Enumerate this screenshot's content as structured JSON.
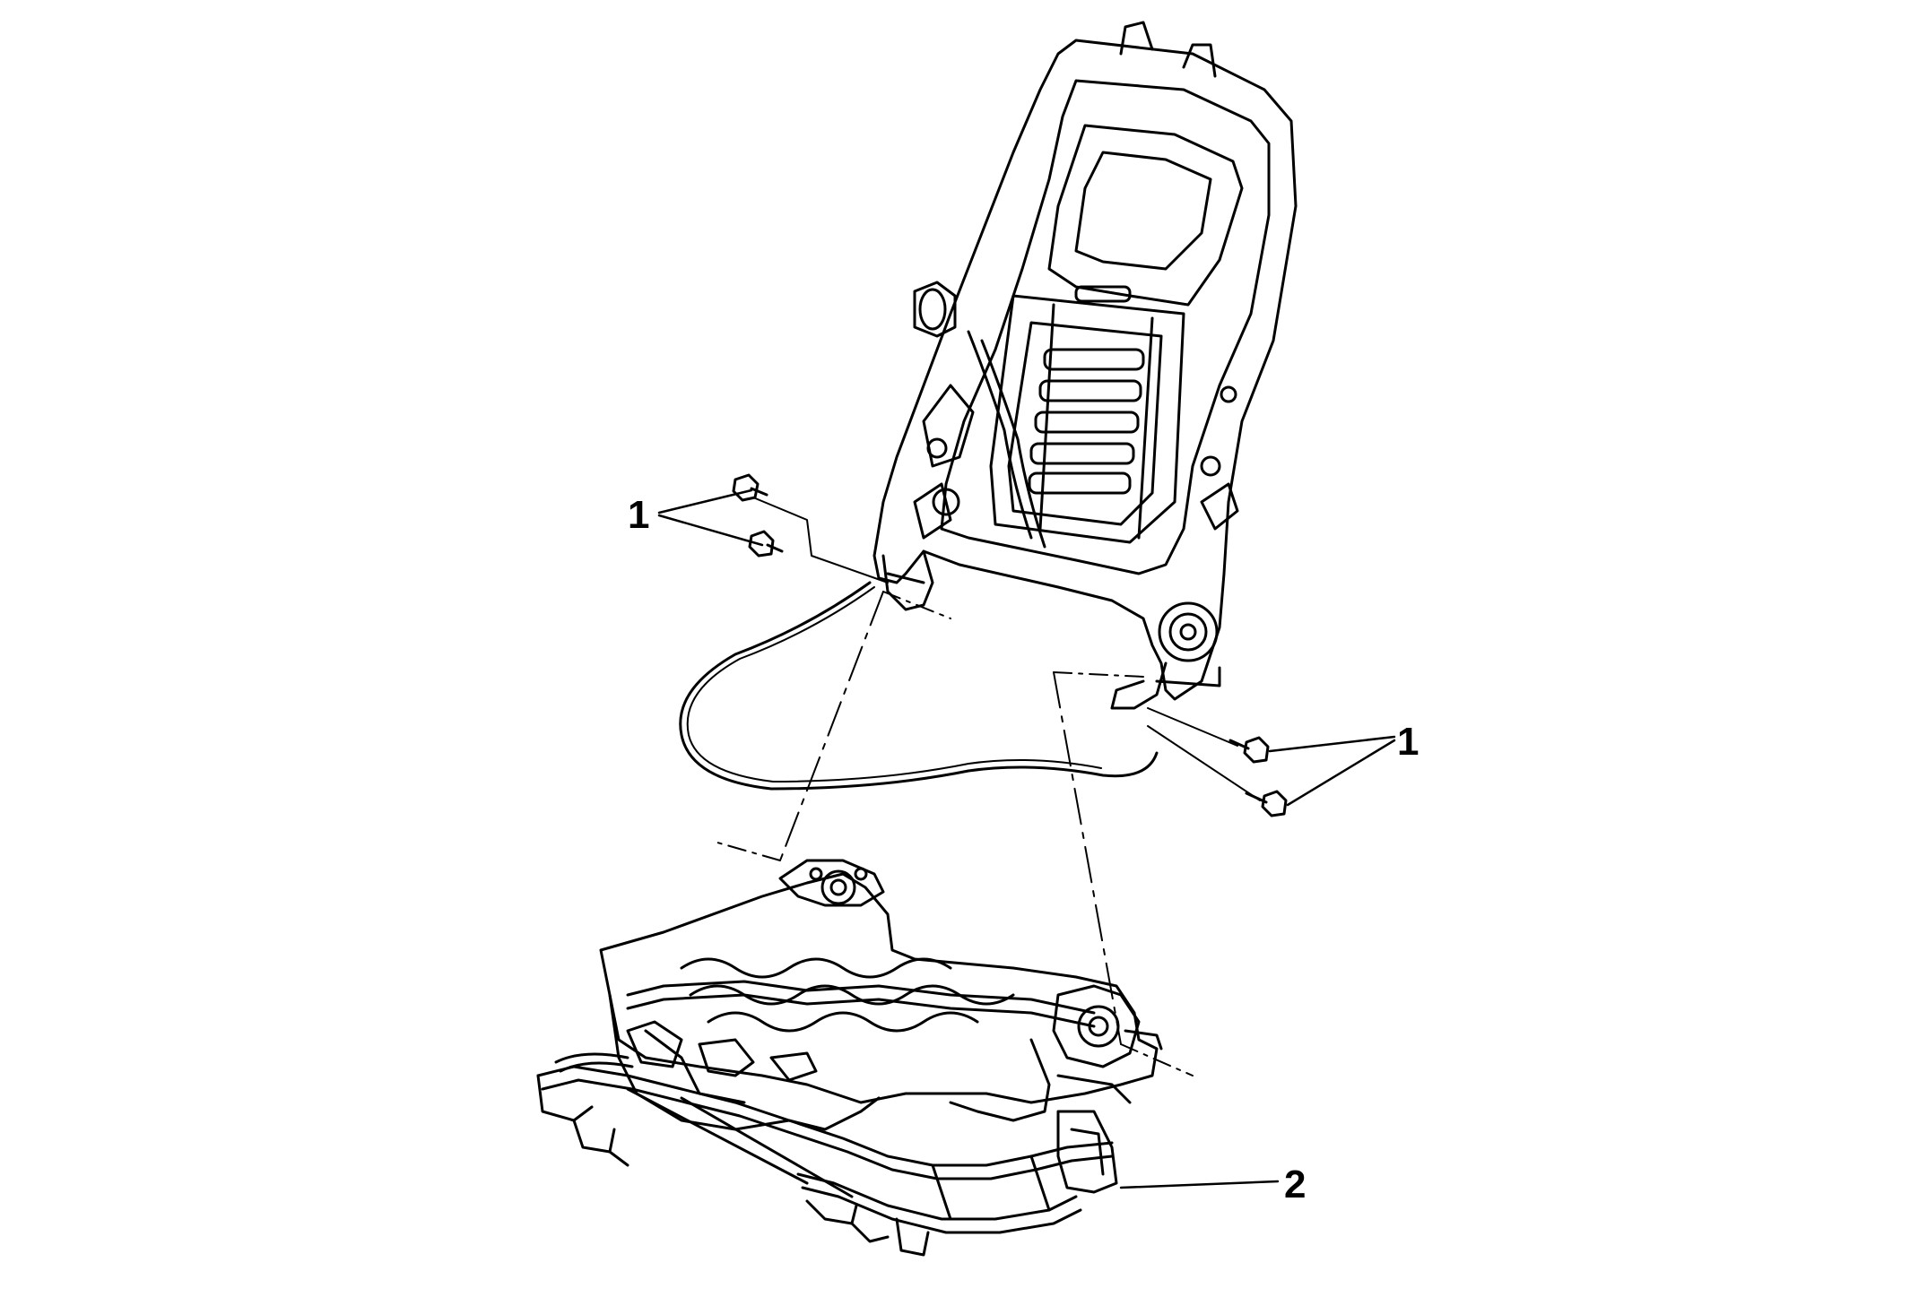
{
  "colors": {
    "ink": "#000000",
    "paper": "#ffffff"
  },
  "callouts": [
    {
      "id": "c1a",
      "label": "1"
    },
    {
      "id": "c1b",
      "label": "1"
    },
    {
      "id": "c2",
      "label": "2"
    }
  ]
}
